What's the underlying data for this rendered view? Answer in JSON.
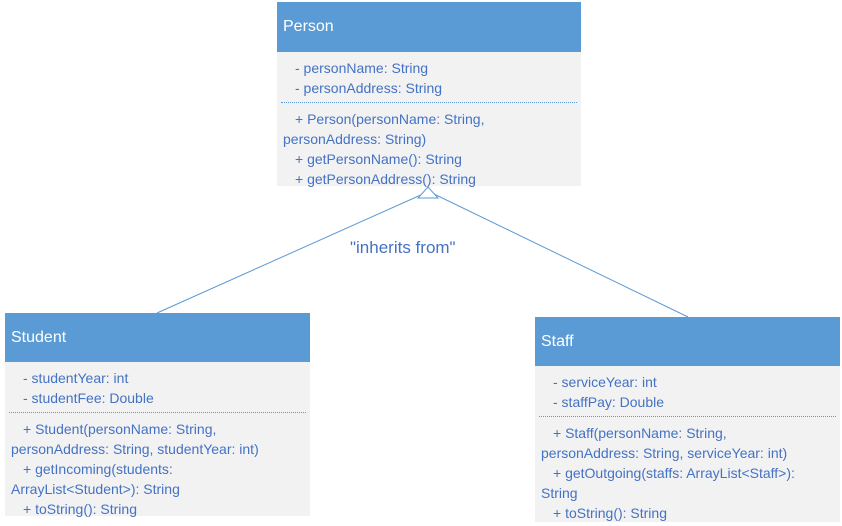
{
  "colors": {
    "header_fill": "#5b9bd5",
    "body_fill": "#f2f2f2",
    "text": "#4472c4",
    "connector": "#5b9bd5"
  },
  "person": {
    "name": "Person",
    "attributes": [
      "- personName: String",
      "- personAddress: String"
    ],
    "methods": [
      "+ Person(personName: String,",
      "personAddress: String)",
      "+ getPersonName(): String",
      "+ getPersonAddress(): String"
    ]
  },
  "student": {
    "name": "Student",
    "attributes": [
      "- studentYear: int",
      "- studentFee: Double"
    ],
    "methods": [
      "+ Student(personName: String,",
      "personAddress: String, studentYear: int)",
      "+ getIncoming(students:",
      "ArrayList<Student>): String",
      "+ toString(): String"
    ]
  },
  "staff": {
    "name": "Staff",
    "attributes": [
      "- serviceYear: int",
      "- staffPay: Double"
    ],
    "methods": [
      "+ Staff(personName: String,",
      "personAddress: String, serviceYear: int)",
      "+ getOutgoing(staffs: ArrayList<Staff>):",
      "String",
      "+ toString(): String"
    ]
  },
  "relationship_label": "\"inherits from\""
}
